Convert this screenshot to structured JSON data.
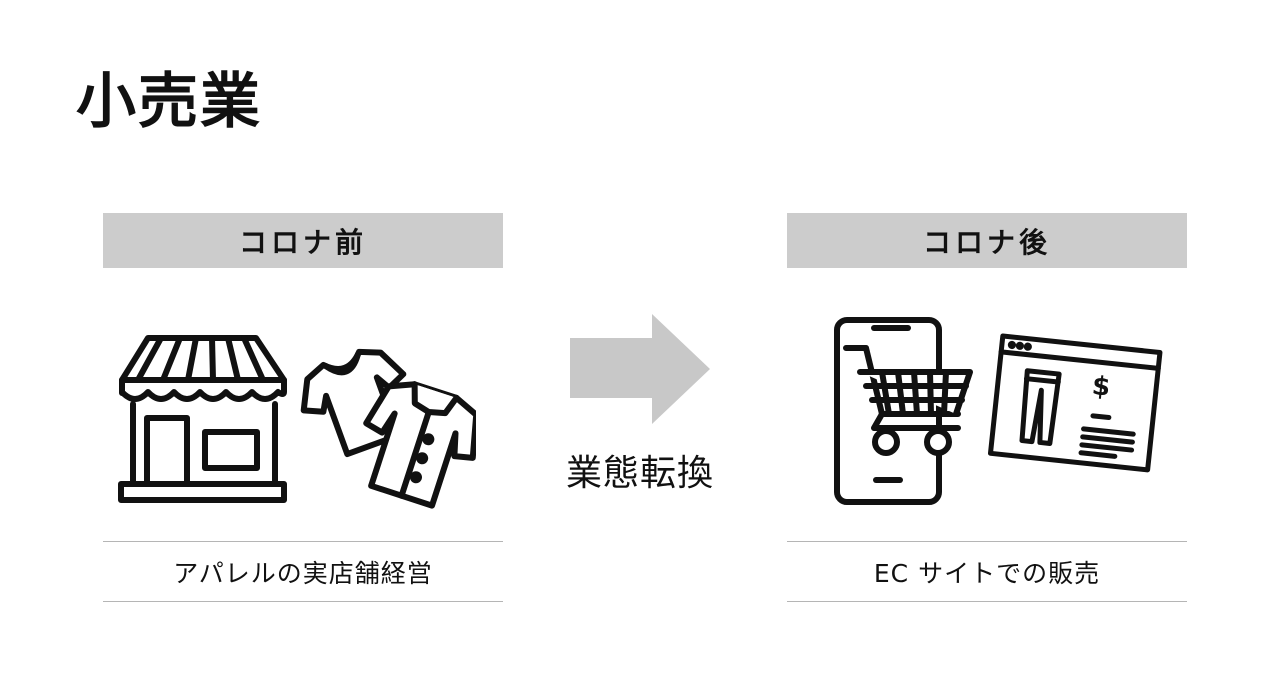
{
  "title": "小売業",
  "before": {
    "label": "コロナ前",
    "description": "アパレルの実店舗経営",
    "icons": [
      "storefront-icon",
      "tshirt-icon",
      "shirt-icon"
    ]
  },
  "transition": {
    "label": "業態転換",
    "icon": "right-arrow-icon"
  },
  "after": {
    "label": "コロナ後",
    "description": "EC サイトでの販売",
    "icons": [
      "smartphone-cart-icon",
      "web-product-page-icon"
    ],
    "product_page_price_symbol": "$"
  },
  "colors": {
    "label_background": "#cccccc",
    "arrow": "#c8c8c8",
    "divider": "#b5b5b5",
    "text": "#111111"
  }
}
